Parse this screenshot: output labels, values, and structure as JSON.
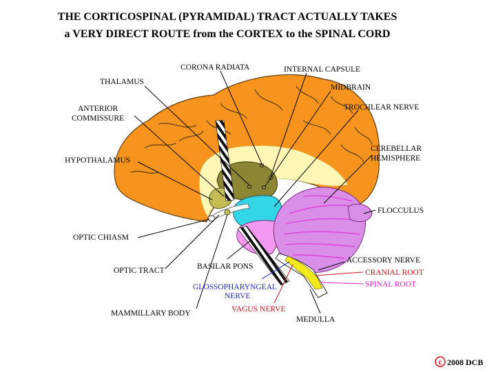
{
  "title": {
    "line1": "THE CORTICOSPINAL (PYRAMIDAL) TRACT ACTUALLY TAKES",
    "line2": "a VERY DIRECT ROUTE  from the CORTEX to the SPINAL CORD"
  },
  "labels": {
    "corona_radiata": "CORONA RADIATA",
    "internal_capsule": "INTERNAL CAPSULE",
    "thalamus": "THALAMUS",
    "midbrain": "MIDBRAIN",
    "anterior_commissure_1": "ANTERIOR",
    "anterior_commissure_2": "COMMISSURE",
    "trochlear_nerve": "TROCHLEAR NERVE",
    "cerebellar_hemisphere_1": "CEREBELLAR",
    "cerebellar_hemisphere_2": "HEMISPHERE",
    "hypothalamus": "HYPOTHALAMUS",
    "flocculus": "FLOCCULUS",
    "optic_chiasm": "OPTIC CHIASM",
    "optic_tract": "OPTIC TRACT",
    "basilar_pons": "BASILAR PONS",
    "accessory_nerve": "ACCESSORY NERVE",
    "cranial_root": "CRANIAL ROOT",
    "spinal_root": "SPINAL ROOT",
    "glossopharyngeal_1": "GLOSSOPHARYNGEAL",
    "glossopharyngeal_2": "NERVE",
    "vagus_nerve": "VAGUS NERVE",
    "medulla": "MEDULLA",
    "mammillary_body": "MAMMILLARY BODY"
  },
  "copyright": {
    "symbol": "c",
    "text": "2008  DCB"
  },
  "colors": {
    "cortex": "#f7941d",
    "white_matter": "#fdf6b4",
    "thalamus": "#8c8534",
    "midbrain": "#33d6e6",
    "pons": "#f39af0",
    "cerebellum": "#d98fe8",
    "cerebellum_folia": "#e33bdc",
    "medulla_root": "#f2ea1a",
    "copyright_red": "#d4141e"
  }
}
